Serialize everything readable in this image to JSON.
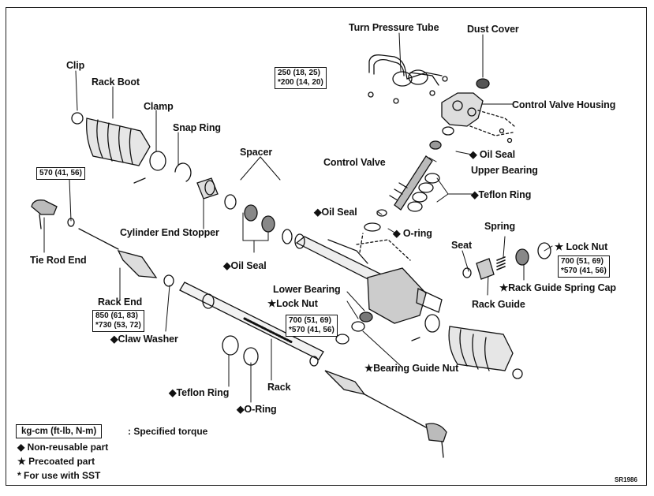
{
  "labels": {
    "turn_pressure_tube": "Turn Pressure Tube",
    "dust_cover": "Dust Cover",
    "clip": "Clip",
    "rack_boot": "Rack Boot",
    "clamp": "Clamp",
    "snap_ring": "Snap Ring",
    "control_valve_housing": "Control Valve Housing",
    "oil_seal_top": "◆ Oil Seal",
    "spacer": "Spacer",
    "control_valve": "Control Valve",
    "upper_bearing": "Upper Bearing",
    "teflon_ring_top": "◆Teflon Ring",
    "oil_seal_mid": "◆Oil Seal",
    "o_ring_mid": "◆ O-ring",
    "cylinder_end_stopper": "Cylinder End Stopper",
    "spring": "Spring",
    "seat": "Seat",
    "lock_nut_right": "★ Lock Nut",
    "tie_rod_end": "Tie Rod End",
    "oil_seal_spacer": "◆Oil Seal",
    "rack_guide_spring_cap": "★Rack Guide Spring Cap",
    "lower_bearing": "Lower Bearing",
    "lock_nut_mid": "★Lock Nut",
    "rack_guide": "Rack Guide",
    "rack_end": "Rack End",
    "claw_washer": "◆Claw Washer",
    "bearing_guide_nut": "★Bearing Guide Nut",
    "rack": "Rack",
    "teflon_ring_bottom": "◆Teflon Ring",
    "o_ring_bottom": "◆O-Ring"
  },
  "torques": {
    "tube": [
      "250 (18, 25)",
      "*200 (14, 20)"
    ],
    "tie_rod": [
      "570 (41, 56)"
    ],
    "rack_end": [
      "850 (61, 83)",
      "*730 (53, 72)"
    ],
    "lock_nut_mid": [
      "700 (51, 69)",
      "*570 (41, 56)"
    ],
    "lock_nut_right": [
      "700 (51, 69)",
      "*570 (41, 56)"
    ]
  },
  "legend": {
    "unit_box": "kg-cm (ft-lb, N-m)",
    "unit_desc": ": Specified torque",
    "non_reusable": "◆  Non-reusable part",
    "precoated": "★  Precoated part",
    "sst": "*   For use with SST"
  },
  "figure_code": "SR1986"
}
